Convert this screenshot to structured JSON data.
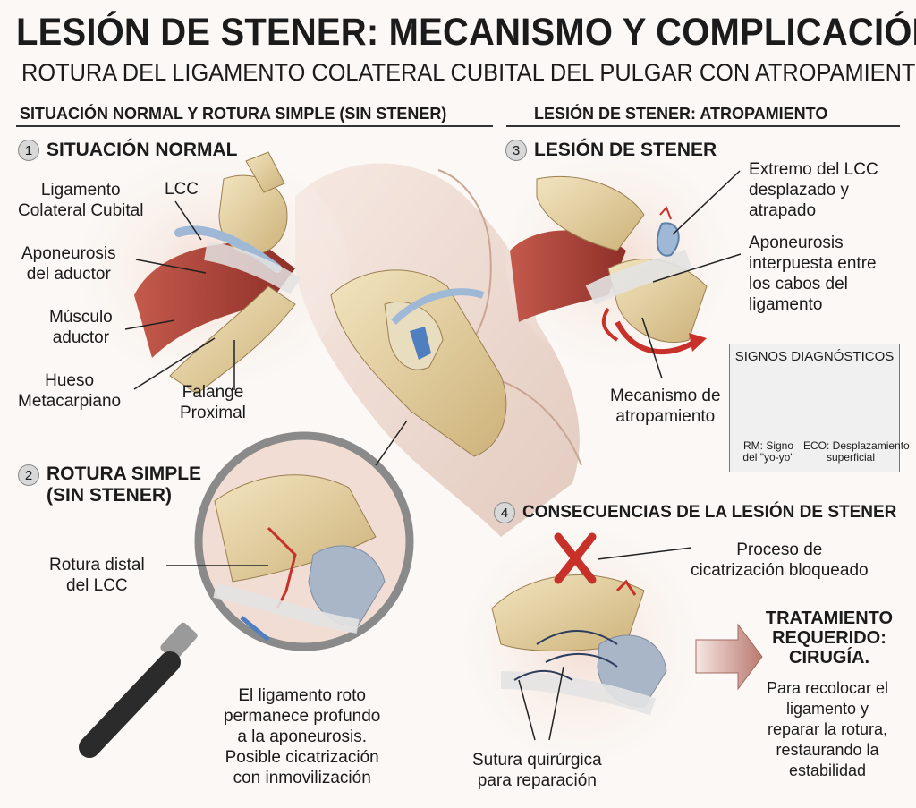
{
  "header": {
    "title": "LESIÓN DE STENER: MECANISMO Y COMPLICACIÓN",
    "subtitle": "ROTURA DEL LIGAMENTO COLATERAL CUBITAL DEL PULGAR CON ATROPAMIENTO"
  },
  "sections": {
    "left": "SITUACIÓN NORMAL Y ROTURA SIMPLE (SIN STENER)",
    "right": "LESIÓN DE STENER: ATROPAMIENTO"
  },
  "panel1": {
    "number": "1",
    "title": "SITUACIÓN NORMAL",
    "labels": {
      "lcc": "LCC",
      "ligamento": "Ligamento\nColateral Cubital",
      "aponeurosis": "Aponeurosis\ndel aductor",
      "musculo": "Músculo\naductor",
      "hueso": "Hueso\nMetacarpiano",
      "falange": "Falange\nProximal"
    }
  },
  "panel2": {
    "number": "2",
    "title": "ROTURA SIMPLE\n(SIN STENER)",
    "labels": {
      "rotura": "Rotura distal\ndel LCC",
      "nota": "El ligamento roto\npermanece profundo\na la aponeurosis.\nPosible cicatrización\ncon inmovilización"
    }
  },
  "panel3": {
    "number": "3",
    "title": "LESIÓN DE STENER",
    "labels": {
      "extremo": "Extremo del LCC\ndesplazado y\natrapado",
      "aponeurosis": "Aponeurosis\ninterpuesta entre\nlos cabos del\nligamento",
      "mecanismo": "Mecanismo de\natropamiento"
    },
    "signs": {
      "title": "SIGNOS DIAGNÓSTICOS",
      "rm": "RM: Signo\ndel \"yo-yo\"",
      "eco": "ECO: Desplazamiento\nsuperficial"
    }
  },
  "panel4": {
    "number": "4",
    "title": "CONSECUENCIAS DE LA LESIÓN DE STENER",
    "labels": {
      "proceso": "Proceso de\ncicatrización bloqueado",
      "sutura": "Sutura quirúrgica\npara reparación"
    },
    "treatment": {
      "title": "TRATAMIENTO\nREQUERIDO:\nCIRUGÍA.",
      "body": "Para recolocar el\nligamento y\nreparar la rotura,\nrestaurando la\nestabilidad"
    }
  },
  "colors": {
    "bone": "#e8d6a8",
    "muscle": "#b8493f",
    "ligament": "#9fb8d6",
    "accent_red": "#c8302a"
  }
}
